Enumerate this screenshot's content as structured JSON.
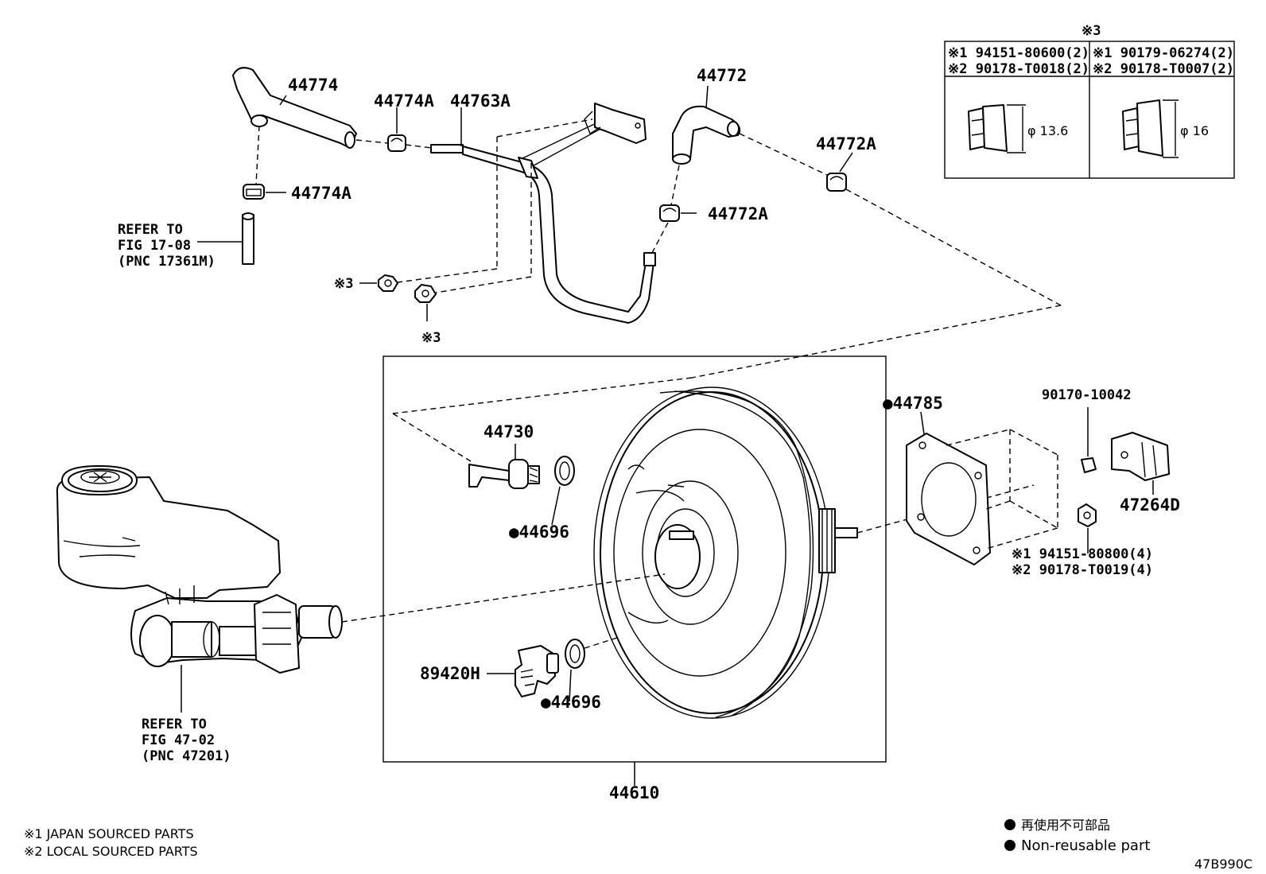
{
  "labels": {
    "hose_44774": "44774",
    "clamp_44774a_top": "44774A",
    "clamp_44774a_side": "44774A",
    "pipe_44763a": "44763A",
    "hose_44772": "44772",
    "clamp_44772a_right": "44772A",
    "clamp_44772a_mid": "44772A",
    "union_44730": "44730",
    "gasket_44696_top": "●44696",
    "gasket_44696_bottom": "●44696",
    "gasket_44785": "●44785",
    "sensor_89420h": "89420H",
    "booster_44610": "44610",
    "clevis_47264d": "47264D",
    "pin_90170": "90170-10042"
  },
  "refer_upper": [
    "REFER TO",
    "FIG 17-08",
    "(PNC 17361M)"
  ],
  "refer_lower": [
    "REFER TO",
    "FIG 47-02",
    "(PNC 47201)"
  ],
  "nut_markers": [
    "※3",
    "※3"
  ],
  "nut_table": {
    "title": "※3",
    "left": {
      "line1": "※1 94151-80600(2)",
      "line2": "※2 90178-T0018(2)",
      "dimension": "φ 13.6"
    },
    "right": {
      "line1": "※1 90179-06274(2)",
      "line2": "※2 90178-T0007(2)",
      "dimension": "φ 16"
    }
  },
  "booster_nuts": {
    "line1": "※1  94151-80800(4)",
    "line2": "※2  90178-T0019(4)"
  },
  "footnotes": [
    "※1 JAPAN SOURCED PARTS",
    "※2 LOCAL SOURCED PARTS"
  ],
  "legend": [
    "再使用不可部品",
    "Non-reusable part"
  ],
  "figure_id": "47B990C"
}
